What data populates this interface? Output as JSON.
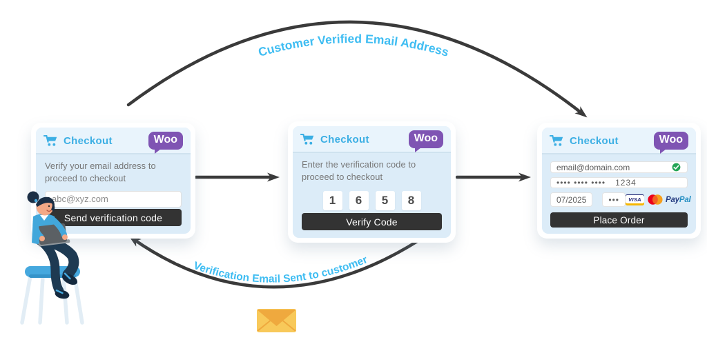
{
  "labels": {
    "top_arrow": "Customer Verified Email Address",
    "bottom_arrow": "Verification Email Sent to customer"
  },
  "cards": [
    {
      "title": "Checkout",
      "logo": "Woo",
      "description": "Verify your email address to proceed to checkout",
      "email_value": "abc@xyz.com",
      "button_label": "Send verification code"
    },
    {
      "title": "Checkout",
      "logo": "Woo",
      "description": "Enter the verification code to proceed to checkout",
      "code_digits": [
        "1",
        "6",
        "5",
        "8"
      ],
      "button_label": "Verify Code"
    },
    {
      "title": "Checkout",
      "logo": "Woo",
      "email_value": "email@domain.com",
      "card_number_masked": "•••• •••• ••••",
      "card_number_last4": "1234",
      "expiry_value": "07/2025",
      "cvv_value": "•••",
      "payments": {
        "visa": "VISA",
        "paypal_pay": "Pay",
        "paypal_pal": "Pal"
      },
      "button_label": "Place Order"
    }
  ],
  "icons": {
    "cart": "shopping-cart",
    "check": "verified-check",
    "envelope": "email-envelope",
    "mastercard": "mastercard-circles",
    "person": "woman-on-stool-with-laptop"
  },
  "colors": {
    "accent_blue": "#3CAFE4",
    "curve_label_blue": "#3FBDF2",
    "woo_purple": "#7F54B3",
    "button_dark": "#333333",
    "arrow_dark": "#3A3A3A",
    "card_bg": "#DCECF8",
    "header_bg": "#E9F4FC",
    "success_green": "#23A455",
    "envelope_orange": "#F5B942"
  }
}
